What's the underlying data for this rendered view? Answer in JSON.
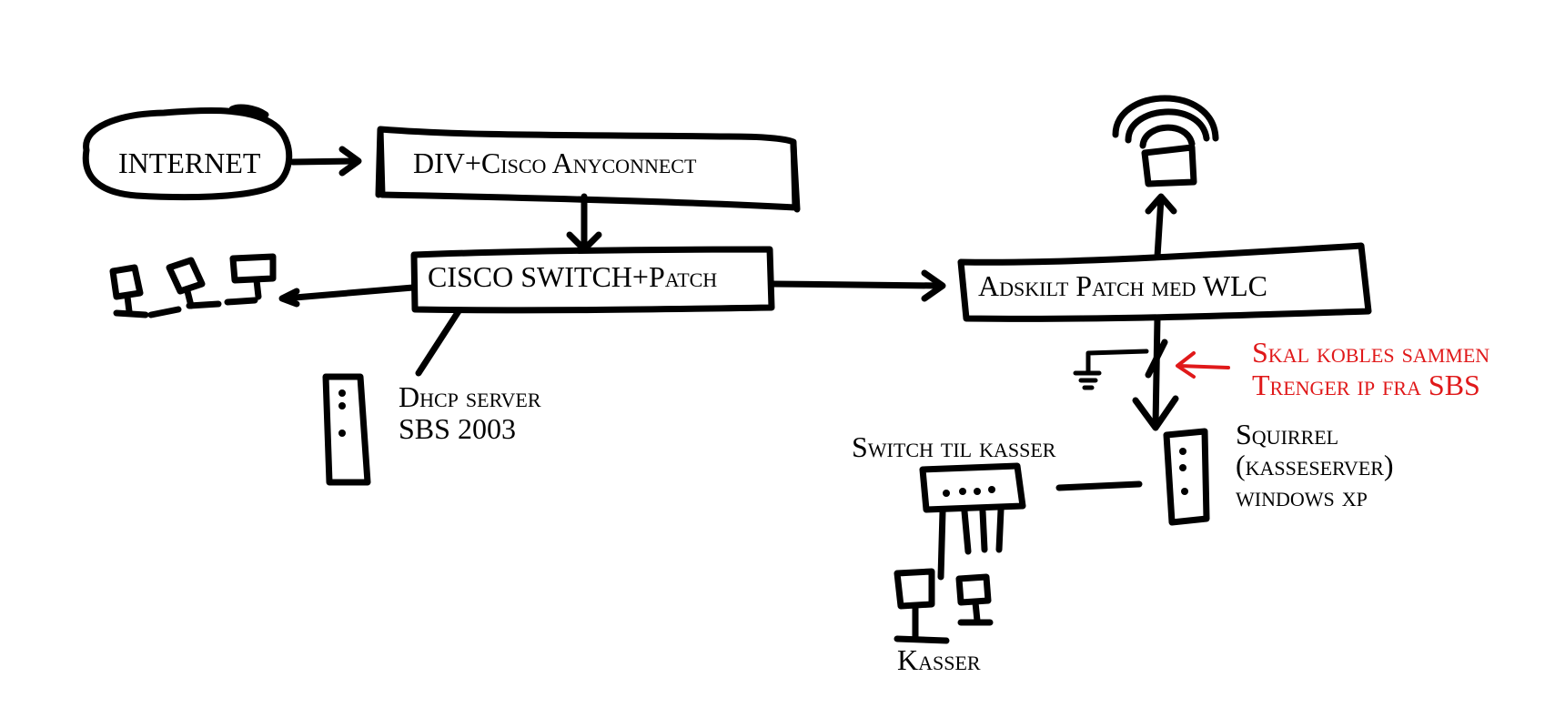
{
  "nodes": {
    "internet": "INTERNET",
    "firewall": "DIV+Cisco Anyconnect",
    "core_switch": "CISCO SWITCH+Patch",
    "wlc_patch": "Adskilt Patch med WLC",
    "dhcp_line1": "Dhcp server",
    "dhcp_line2": "SBS 2003",
    "pos_switch": "Switch til kasser",
    "pos_server_line1": "Squirrel",
    "pos_server_line2": "(kasseserver)",
    "pos_server_line3": "windows xp",
    "registers": "Kasser"
  },
  "annotation": {
    "line1": "Skal kobles sammen",
    "line2": "Trenger ip fra SBS",
    "color": "#e0191a"
  },
  "icons": [
    "cloud-icon",
    "server-icon",
    "computer-icon",
    "switch-icon",
    "wireless-access-point-icon",
    "ground-icon"
  ]
}
